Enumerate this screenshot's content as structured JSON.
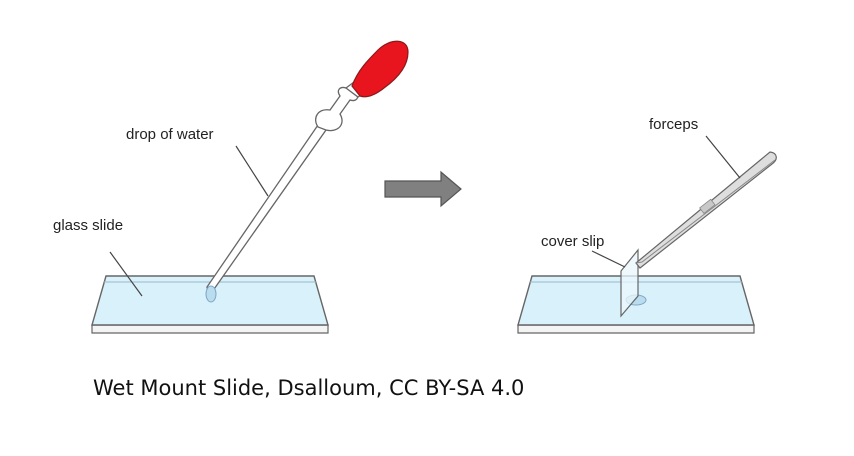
{
  "labels": {
    "drop_of_water": "drop of water",
    "glass_slide": "glass slide",
    "forceps": "forceps",
    "cover_slip": "cover slip"
  },
  "caption": "Wet Mount Slide, Dsalloum, CC BY-SA 4.0",
  "colors": {
    "pipette_bulb": "#e8141e",
    "slide_fill": "#d9f1fb",
    "arrow_fill": "#808080",
    "outline": "#555555"
  },
  "icons": {
    "arrow": "right-arrow-icon"
  }
}
